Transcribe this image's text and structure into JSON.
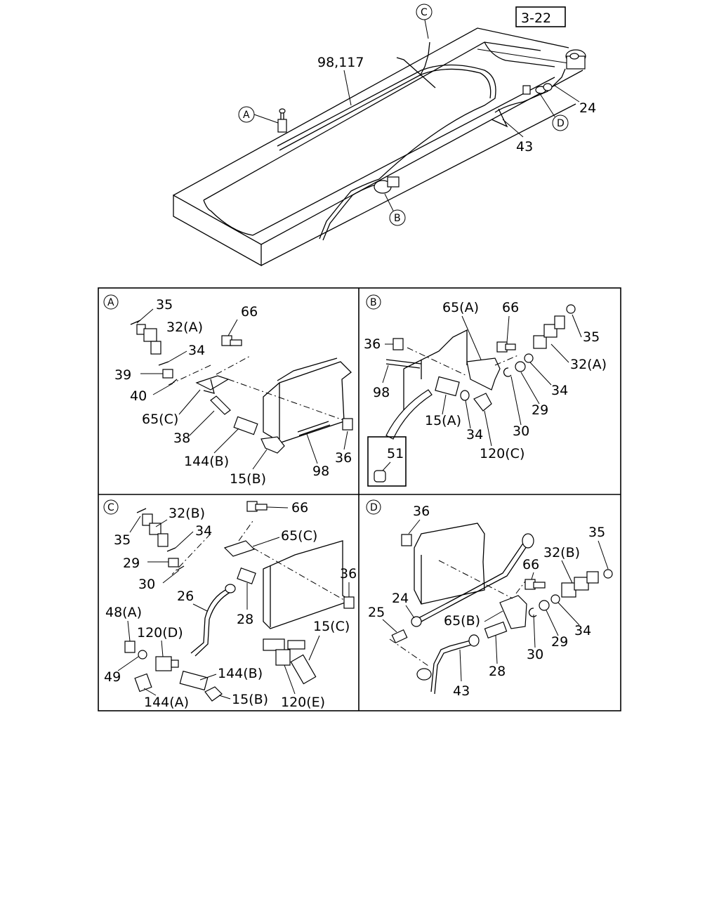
{
  "page_ref": "3-22",
  "overview": {
    "callouts": {
      "A": "A",
      "B": "B",
      "C": "C",
      "D": "D"
    },
    "labels": {
      "tube": "98,117",
      "p24": "24",
      "p43": "43"
    }
  },
  "panels": {
    "A": {
      "marker": "A",
      "labels": {
        "p35": "35",
        "p32": "32(A)",
        "p66": "66",
        "p34": "34",
        "p39": "39",
        "p40": "40",
        "p65": "65(C)",
        "p38": "38",
        "p144": "144(B)",
        "p15": "15(B)",
        "p98": "98",
        "p36": "36"
      }
    },
    "B": {
      "marker": "B",
      "labels": {
        "p65": "65(A)",
        "p66": "66",
        "p36": "36",
        "p35": "35",
        "p32": "32(A)",
        "p98": "98",
        "p34a": "34",
        "p29": "29",
        "p15": "15(A)",
        "p30": "30",
        "p34b": "34",
        "p120": "120(C)",
        "p51": "51"
      }
    },
    "C": {
      "marker": "C",
      "labels": {
        "p32": "32(B)",
        "p66": "66",
        "p35": "35",
        "p34": "34",
        "p65": "65(C)",
        "p29": "29",
        "p30": "30",
        "p36": "36",
        "p26": "26",
        "p28": "28",
        "p48": "48(A)",
        "p120d": "120(D)",
        "p15c": "15(C)",
        "p49": "49",
        "p144b": "144(B)",
        "p15b": "15(B)",
        "p144a": "144(A)",
        "p120e": "120(E)"
      }
    },
    "D": {
      "marker": "D",
      "labels": {
        "p36": "36",
        "p35": "35",
        "p32": "32(B)",
        "p66": "66",
        "p24": "24",
        "p25": "25",
        "p65": "65(B)",
        "p34": "34",
        "p29": "29",
        "p30": "30",
        "p28": "28",
        "p43": "43"
      }
    }
  }
}
